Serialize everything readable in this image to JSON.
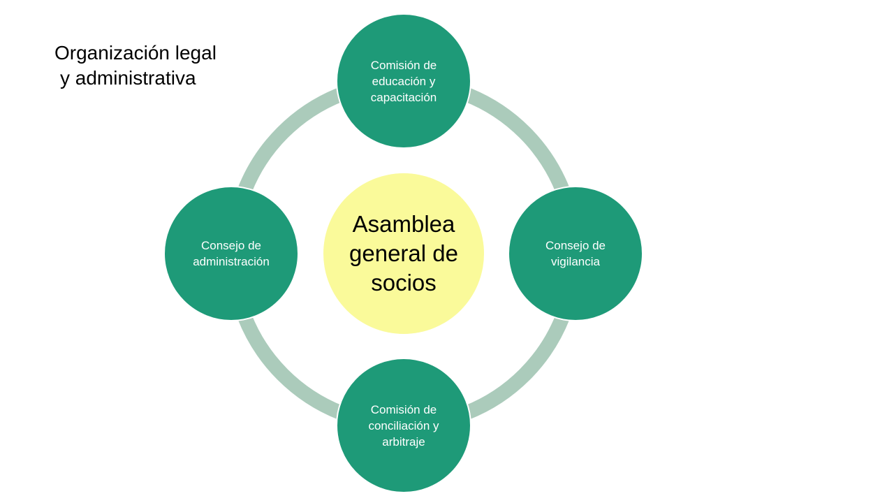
{
  "title": {
    "line1": "Organización legal",
    "line2": "y administrativa"
  },
  "colors": {
    "outer_node": "#1e9a78",
    "center_node": "#fafa9a",
    "ring": "#abcbbb",
    "outer_text": "#ffffff",
    "center_text": "#000000"
  },
  "diagram": {
    "center": {
      "label": "Asamblea general de socios"
    },
    "nodes": [
      {
        "id": "top",
        "label": "Comisión de educación y capacitación"
      },
      {
        "id": "right",
        "label": "Consejo de vigilancia"
      },
      {
        "id": "bottom",
        "label": "Comisión de conciliación y arbitraje"
      },
      {
        "id": "left",
        "label": "Consejo de administración"
      }
    ]
  }
}
